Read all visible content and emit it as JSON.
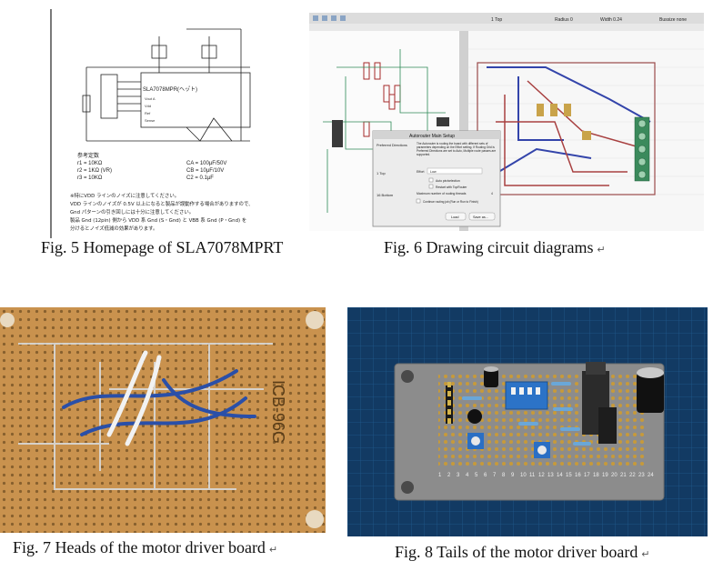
{
  "figures": [
    {
      "id": "fig5",
      "caption": "Fig. 5 Homepage of SLA7078MPRT",
      "return_mark": ""
    },
    {
      "id": "fig6",
      "caption": "Fig. 6 Drawing circuit diagrams",
      "return_mark": "↵"
    },
    {
      "id": "fig7",
      "caption": "Fig. 7 Heads of the motor driver board",
      "return_mark": "↵"
    },
    {
      "id": "fig8",
      "caption": "Fig. 8 Tails of the motor driver board",
      "return_mark": "↵"
    }
  ],
  "fig5": {
    "chip_label": "SLA7078MPR(ヘッ゚ト)",
    "left_header": "参考定数",
    "left_values": [
      "r1 = 10KΩ",
      "r2 = 1KΩ (VR)",
      "r3 = 10KΩ"
    ],
    "right_values": [
      "CA = 100μF/50V",
      "CB = 10μF/10V",
      "C2 = 0.1μF"
    ],
    "notes": [
      "※特にVDD ラインのノイズに注意してください。",
      "VDD ラインのノイズが 0.5V 以上になると製品が誤動作する場合がありますので、",
      "Gnd パターンの引き回しには十分に注意してください。",
      "製品 Gnd (12pin) 側から VDD 系 Gnd (S・Gnd) と VBB 系 Gnd (P・Gnd) を",
      "分けるとノイズ低減の効果があります。"
    ]
  },
  "fig6": {
    "dialog_title": "Autorouter Main Setup",
    "dialog_tab": "Preferred Directions",
    "dialog_text": "The Autorouter is routing the board with different sets of parameters depending on the Effort setting. If Routing Grid is Preferred Directions are set to Auto, Multiple route passes are supported.",
    "layer1_label": "1 Top",
    "layer16_label": "16 Bottom",
    "effort_label": "Effort",
    "effort_value": "Low",
    "grid_label": "Routing Grid",
    "opt1": "Auto pin/selection",
    "opt2": "Restart with TopRouter",
    "threads_label": "Maximum number of routing threads",
    "threads_value": "4",
    "opt3": "Continue routing job (Run or Run to Finish)",
    "btn_load": "Load",
    "btn_save": "Save as...",
    "toolbar_layer": "1 Top",
    "toolbar_radius": "Radius 0",
    "toolbar_width": "Width 0.24",
    "toolbar_bus": "Bussize none"
  },
  "fig7": {
    "board_label": "ICB-96G"
  },
  "fig8": {
    "ruler_numbers": [
      "1",
      "2",
      "3",
      "4",
      "5",
      "6",
      "7",
      "8",
      "9",
      "10",
      "11",
      "12",
      "13",
      "14",
      "15",
      "16",
      "17",
      "18",
      "19",
      "20",
      "21",
      "22",
      "23",
      "24"
    ]
  }
}
